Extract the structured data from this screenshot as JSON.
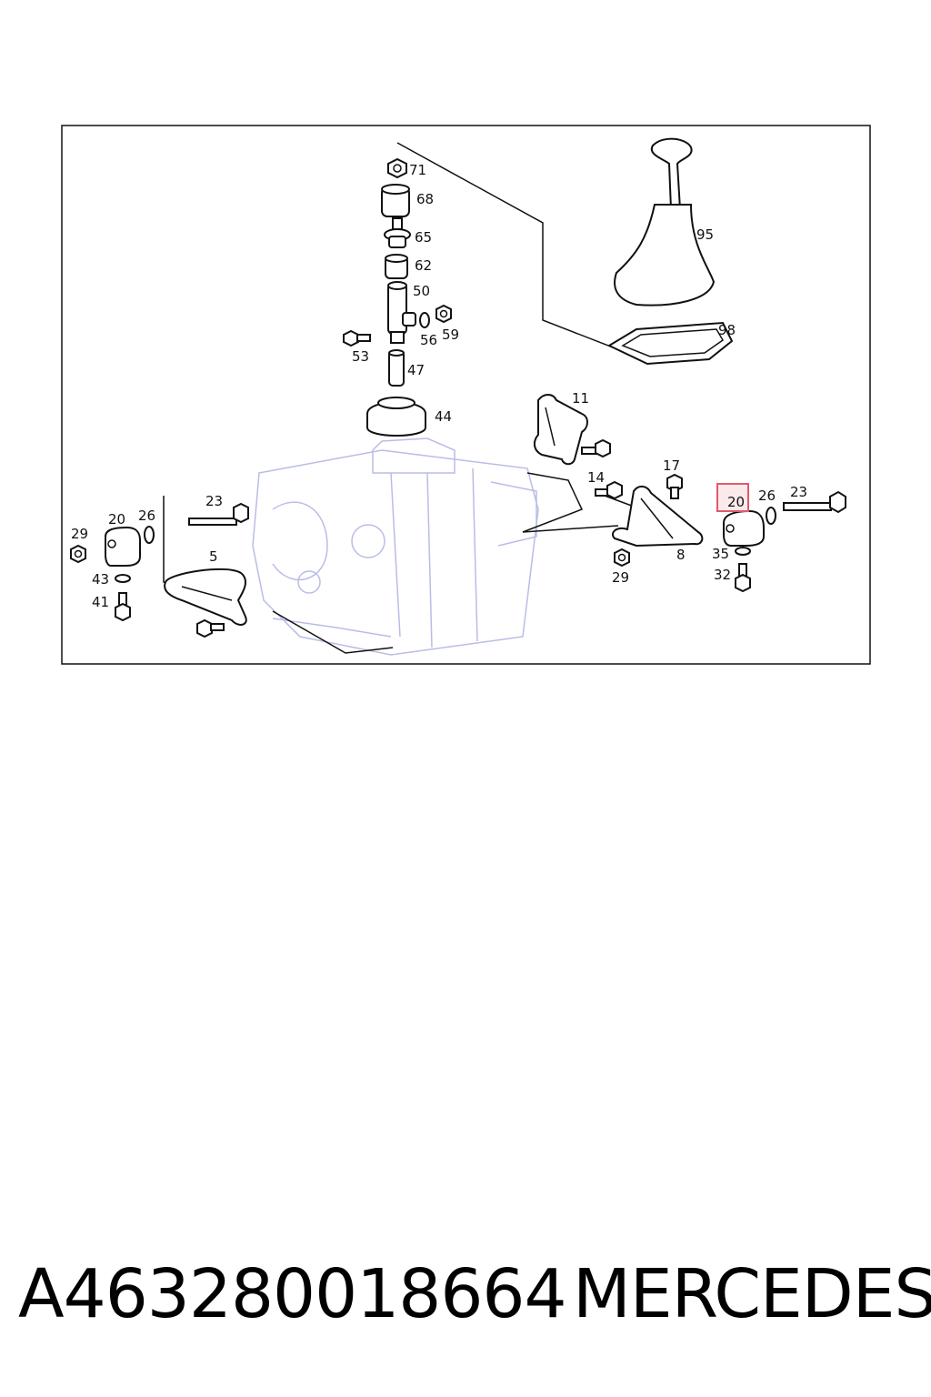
{
  "diagram": {
    "callouts": {
      "c71": "71",
      "c68": "68",
      "c65": "65",
      "c62": "62",
      "c50": "50",
      "c53": "53",
      "c56": "56",
      "c59": "59",
      "c47": "47",
      "c44": "44",
      "c95": "95",
      "c98": "98",
      "c11": "11",
      "c14": "14",
      "c17": "17",
      "c8": "8",
      "c29r": "29",
      "c20r": "20",
      "c26r": "26",
      "c23r": "23",
      "c35": "35",
      "c32": "32",
      "c23l": "23",
      "c20l": "20",
      "c26l": "26",
      "c29l": "29",
      "c5": "5",
      "c43": "43",
      "c41": "41"
    },
    "highlighted_callout": "20",
    "highlight_color": "#e05a6a"
  },
  "caption": {
    "part_number": "A463280018664",
    "brand": "MERCEDES"
  }
}
